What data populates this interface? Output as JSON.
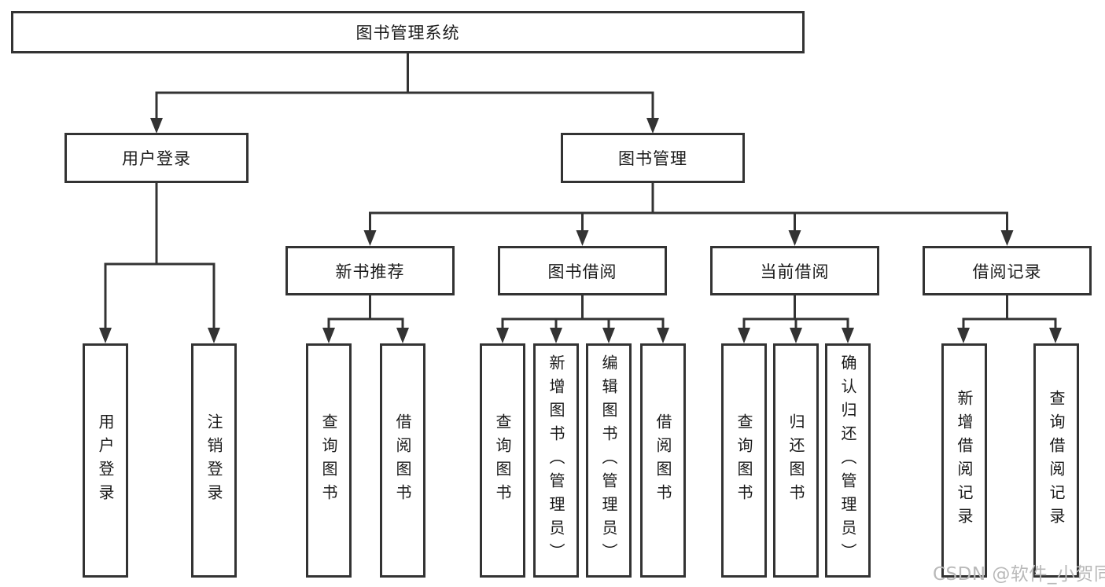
{
  "diagram_title": "图书管理系统",
  "tree": {
    "label": "图书管理系统",
    "children": [
      {
        "label": "用户登录",
        "children": [
          {
            "label": "用户登录"
          },
          {
            "label": "注销登录"
          }
        ]
      },
      {
        "label": "图书管理",
        "children": [
          {
            "label": "新书推荐",
            "children": [
              {
                "label": "查询图书"
              },
              {
                "label": "借阅图书"
              }
            ]
          },
          {
            "label": "图书借阅",
            "children": [
              {
                "label": "查询图书"
              },
              {
                "label": "新增图书（管理员）"
              },
              {
                "label": "编辑图书（管理员）"
              },
              {
                "label": "借阅图书"
              }
            ]
          },
          {
            "label": "当前借阅",
            "children": [
              {
                "label": "查询图书"
              },
              {
                "label": "归还图书"
              },
              {
                "label": "确认归还（管理员）"
              }
            ]
          },
          {
            "label": "借阅记录",
            "children": [
              {
                "label": "新增借阅记录"
              },
              {
                "label": "查询借阅记录"
              }
            ]
          }
        ]
      }
    ]
  },
  "watermark": {
    "text": "CSDN @软件_小贺同学",
    "color": "#b9b9b9"
  },
  "colors": {
    "line": "#333333",
    "box_border": "#333333",
    "background": "#ffffff",
    "text": "#1a1a1a"
  }
}
